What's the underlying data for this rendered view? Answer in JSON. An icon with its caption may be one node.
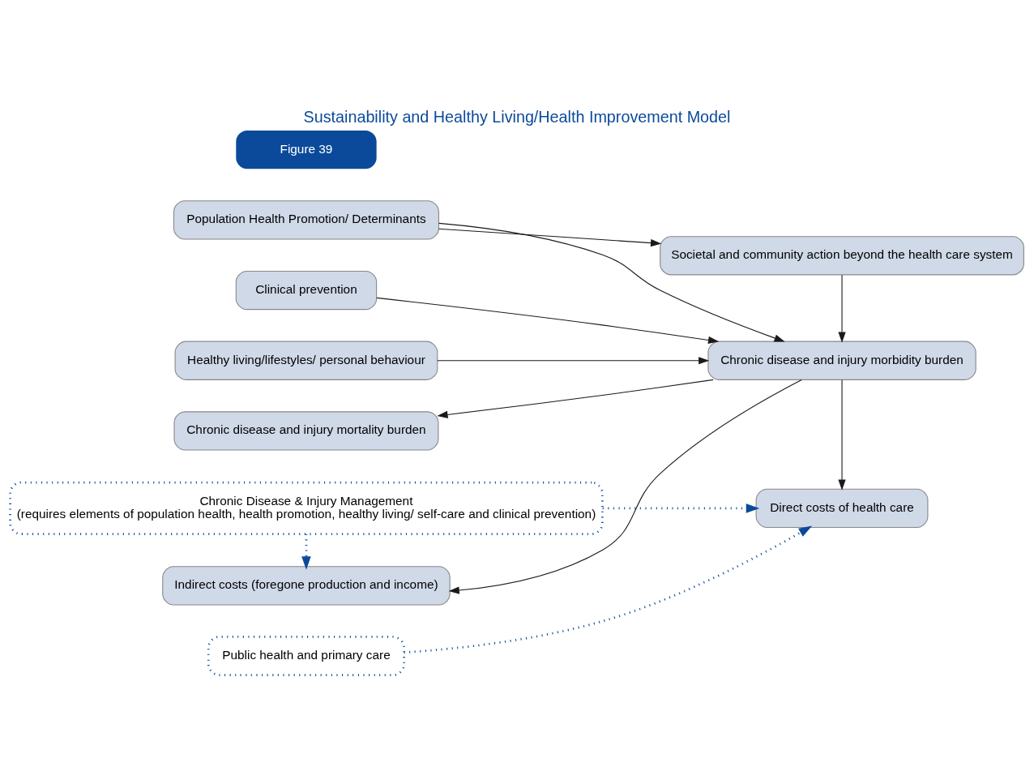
{
  "diagram": {
    "title": "Sustainability and Healthy Living/Health Improvement Model",
    "nodes": [
      {
        "text": [
          "Societal and community action beyond the health care system"
        ]
      },
      {
        "text": [
          "Population Health Promotion/ Determinants"
        ]
      },
      {
        "text": [
          "Chronic Disease & Injury Management",
          "(requires elements of population health, health promotion, healthy living/ self-care and clinical prevention)"
        ]
      },
      {
        "text": [
          "Public health and primary care"
        ]
      },
      {
        "text": [
          "Healthy living/lifestyles/ personal behaviour"
        ]
      },
      {
        "text": [
          "Chronic disease and injury morbidity burden"
        ]
      },
      {
        "text": [
          "Chronic disease and injury mortality burden"
        ]
      },
      {
        "text": [
          "Clinical prevention"
        ]
      },
      {
        "text": [
          "Direct costs of health care"
        ]
      },
      {
        "text": [
          "Indirect costs (foregone production and income)"
        ]
      }
    ],
    "edges": [
      {
        "from": 1,
        "to": 0,
        "arrow": "to"
      },
      {
        "from": 1,
        "to": 5,
        "arrow": "to"
      },
      {
        "from": 4,
        "to": 5,
        "arrow": "to"
      },
      {
        "from": 7,
        "to": 5,
        "arrow": "to"
      },
      {
        "from": 0,
        "to": 5,
        "arrow": "to"
      },
      {
        "from": 5,
        "to": 6,
        "arrow": "to"
      },
      {
        "from": 5,
        "to": 8,
        "arrow": "to"
      },
      {
        "from": 5,
        "to": 9,
        "arrow": "to"
      },
      {
        "from": 3,
        "to": 8,
        "arrow": "to",
        "style": "dashed",
        "color": "#0b4a9a"
      },
      {
        "from": 2,
        "to": 8,
        "arrow": "to",
        "style": "dashed",
        "color": "#0b4a9a"
      },
      {
        "from": 2,
        "to": 9,
        "arrow": "to",
        "style": "dashed",
        "color": "#0b4a9a"
      }
    ],
    "labels": [
      "Figure 39"
    ]
  }
}
